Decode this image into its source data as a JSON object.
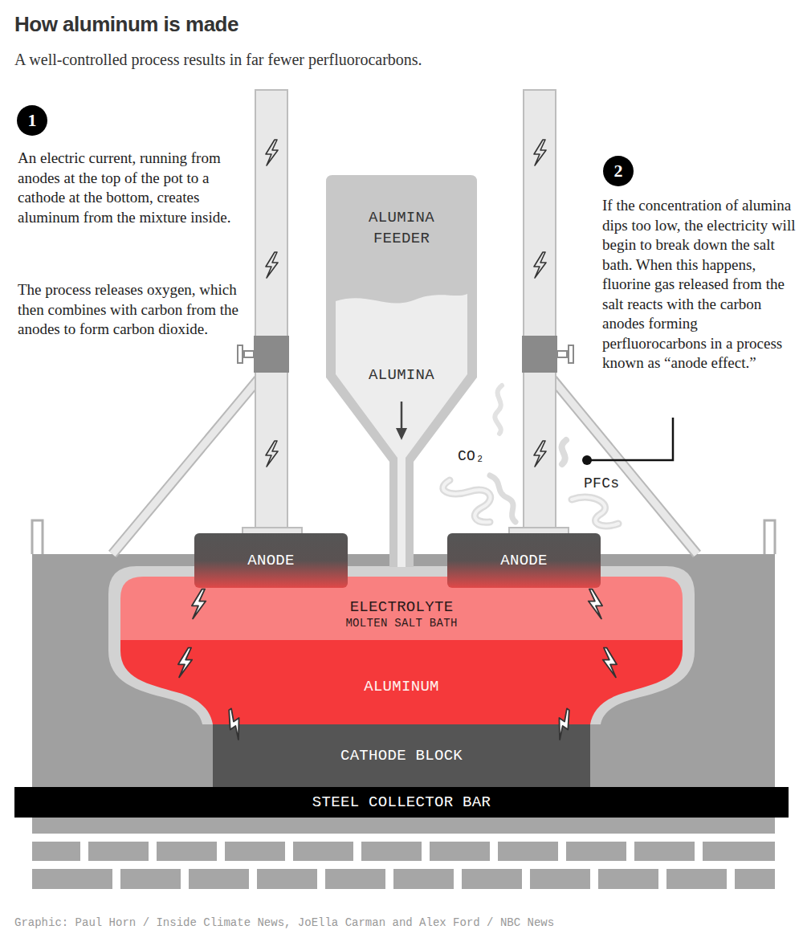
{
  "diagram": {
    "title": "How aluminum is made",
    "caption": "Graphic: Paul Horn / Inside Climate News, JoElla Carman and Alex Ford / NBC News",
    "nodes": [
      {
        "text": [
          "1"
        ]
      },
      {
        "text": [
          "2"
        ]
      },
      {
        "text": [
          "ALUMINA FEEDER",
          "ALUMINA"
        ]
      },
      {
        "text": [
          "ANODE"
        ]
      },
      {
        "text": [
          "ANODE"
        ]
      },
      {
        "text": [
          "ELECTROLYTE",
          "MOLTEN SALT BATH"
        ]
      },
      {
        "text": [
          "ALUMINUM"
        ]
      },
      {
        "text": [
          "CATHODE BLOCK"
        ]
      },
      {
        "text": [
          "STEEL COLLECTOR BAR"
        ]
      }
    ],
    "labels": [
      "A well-controlled process results in far fewer perfluorocarbons.",
      "An electric current, running from anodes at the top of the pot to a cathode at the bottom, creates aluminum from the mixture inside.",
      "The process releases oxygen, which then combines with carbon from the anodes to form carbon dioxide.",
      "If the concentration of alumina dips too low, the electricity will begin to break down the salt bath. When this happens, fluorine gas released from the salt reacts with the carbon anodes forming perfluorocarbons in a process known as “anode effect.”",
      "CO₂",
      "PFCs"
    ]
  }
}
